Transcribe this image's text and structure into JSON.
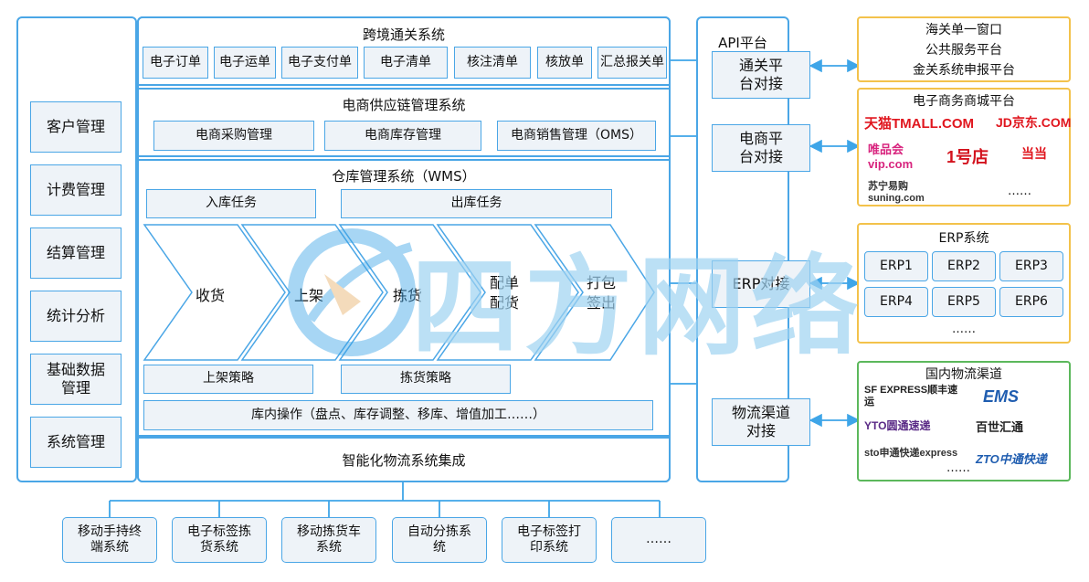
{
  "left_menu": [
    "客户管理",
    "计费管理",
    "结算管理",
    "统计分析",
    "基础数据管理",
    "系统管理"
  ],
  "customs": {
    "title": "跨境通关系统",
    "items": [
      "电子订单",
      "电子运单",
      "电子支付单",
      "电子清单",
      "核注清单",
      "核放单",
      "汇总报关单"
    ]
  },
  "supply": {
    "title": "电商供应链管理系统",
    "items": [
      "电商采购管理",
      "电商库存管理",
      "电商销售管理（OMS）"
    ]
  },
  "wms": {
    "title": "仓库管理系统（WMS）",
    "inbound": "入库任务",
    "outbound": "出库任务",
    "steps": [
      "收货",
      "上架",
      "拣货",
      "配单配货",
      "打包签出"
    ],
    "putaway": "上架策略",
    "picking": "拣货策略",
    "ops": "库内操作（盘点、库存调整、移库、增值加工……）"
  },
  "logistics": "智能化物流系统集成",
  "devices": [
    "移动手持终端系统",
    "电子标签拣货系统",
    "移动拣货车系统",
    "自动分拣系统",
    "电子标签打印系统",
    "……"
  ],
  "api": {
    "title": "API平台",
    "items": [
      "通关平台对接",
      "电商平台对接",
      "ERP对接",
      "物流渠道对接"
    ]
  },
  "right": {
    "customs": [
      "海关单一窗口",
      "公共服务平台",
      "金关系统申报平台"
    ],
    "ecommerce": {
      "title": "电子商务商城平台",
      "logos": [
        "天猫TMALL.COM",
        "JD京东.COM",
        "唯品会vip.com",
        "1号店",
        "当当",
        "苏宁易购suning.com"
      ],
      "more": "……"
    },
    "erp": {
      "title": "ERP系统",
      "items": [
        "ERP1",
        "ERP2",
        "ERP3",
        "ERP4",
        "ERP5",
        "ERP6"
      ],
      "more": "……"
    },
    "logistics": {
      "title": "国内物流渠道",
      "logos": [
        "SF EXPRESS顺丰速运",
        "EMS",
        "YTO圆通速递",
        "百世汇通",
        "sto申通快递express",
        "ZTO中通快递"
      ],
      "more": "……"
    }
  },
  "watermark": "四方网络",
  "colors": {
    "border": "#4aa6e6",
    "cell_fill": "#eef3f8",
    "yellow": "#f3c24b",
    "green": "#5cb85c",
    "watermark": "#9fd3f2"
  }
}
